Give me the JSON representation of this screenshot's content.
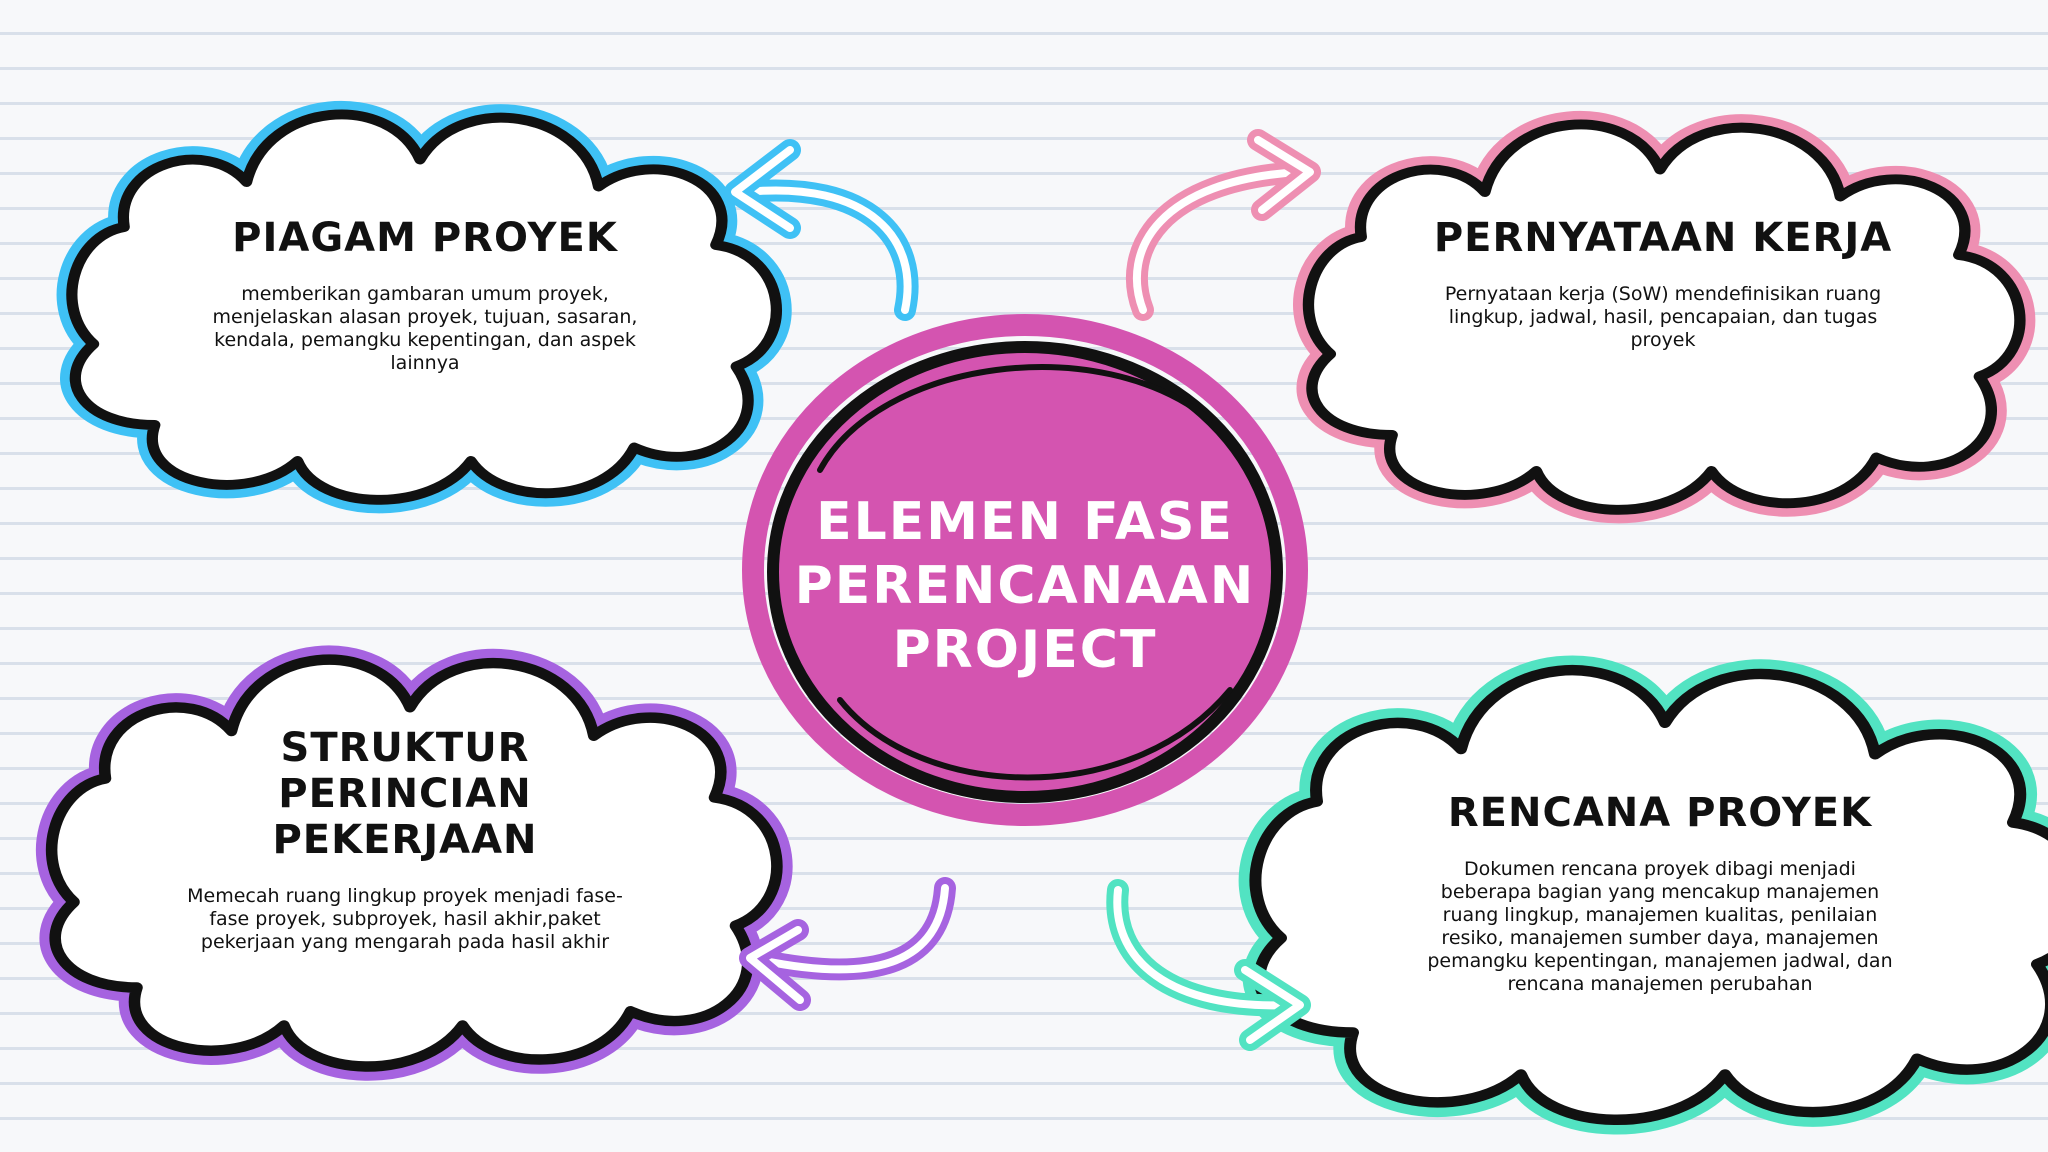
{
  "center": {
    "title": "ELEMEN FASE PERENCANAAN PROJECT",
    "color": "#d454b0"
  },
  "nodes": [
    {
      "id": "piagam",
      "title": "PIAGAM PROYEK",
      "text": "memberikan gambaran umum proyek, menjelaskan alasan proyek, tujuan, sasaran, kendala, pemangku kepentingan, dan aspek lainnya",
      "color": "#3fc1f5"
    },
    {
      "id": "pernyataan",
      "title": "PERNYATAAN KERJA",
      "text": "Pernyataan kerja (SoW) mendefinisikan ruang lingkup, jadwal, hasil, pencapaian, dan tugas proyek",
      "color": "#ee8fb2"
    },
    {
      "id": "struktur",
      "title": "STRUKTUR PERINCIAN PEKERJAAN",
      "text": "Memecah ruang lingkup proyek menjadi fase-fase proyek, subproyek, hasil akhir,paket pekerjaan yang mengarah pada hasil akhir",
      "color": "#a663e0"
    },
    {
      "id": "rencana",
      "title": "RENCANA PROYEK",
      "text": "Dokumen rencana proyek dibagi menjadi beberapa bagian yang mencakup manajemen ruang lingkup, manajemen kualitas, penilaian resiko, manajemen sumber daya, manajemen pemangku kepentingan, manajemen jadwal, dan rencana manajemen perubahan",
      "color": "#52e3c2"
    }
  ]
}
